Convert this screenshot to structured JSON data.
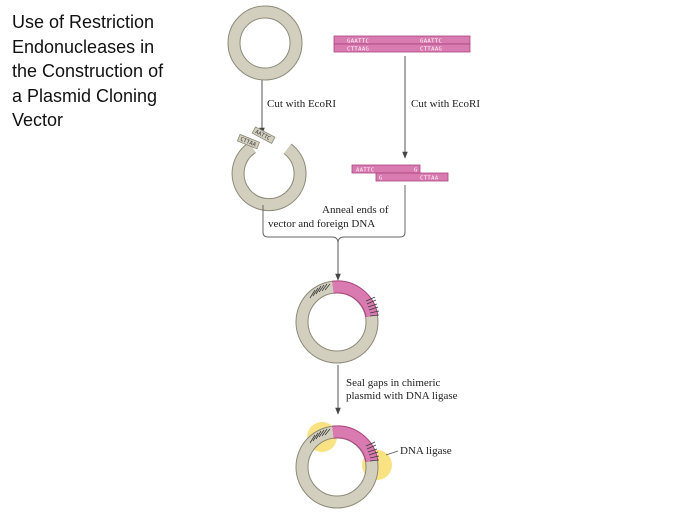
{
  "title": {
    "lines": [
      "Use of Restriction",
      "Endonucleases in",
      "the Construction of",
      "a Plasmid Cloning",
      "Vector"
    ]
  },
  "steps": {
    "cut_vector": "Cut with EcoRI",
    "cut_foreign": "Cut with EcoRI",
    "anneal_line1": "Anneal ends of",
    "anneal_line2": "vector and foreign DNA",
    "seal_line1": "Seal gaps in chimeric",
    "seal_line2": "plasmid with DNA ligase",
    "ligase_label": "DNA ligase"
  },
  "foreign_dna": {
    "site_top": "GAATTC",
    "site_bottom": "CTTAAG",
    "left_end_top": "AATTC",
    "left_end_bottom": "G",
    "right_end_top": "G",
    "right_end_bottom": "CTTAA"
  },
  "colors": {
    "plasmid": "#d2cfbe",
    "plasmid_outline": "#8c8a78",
    "foreign_dna": "#d97ab0",
    "foreign_outline": "#a8457e",
    "ligase_highlight": "#f7dd6c",
    "arrow": "#555555"
  }
}
